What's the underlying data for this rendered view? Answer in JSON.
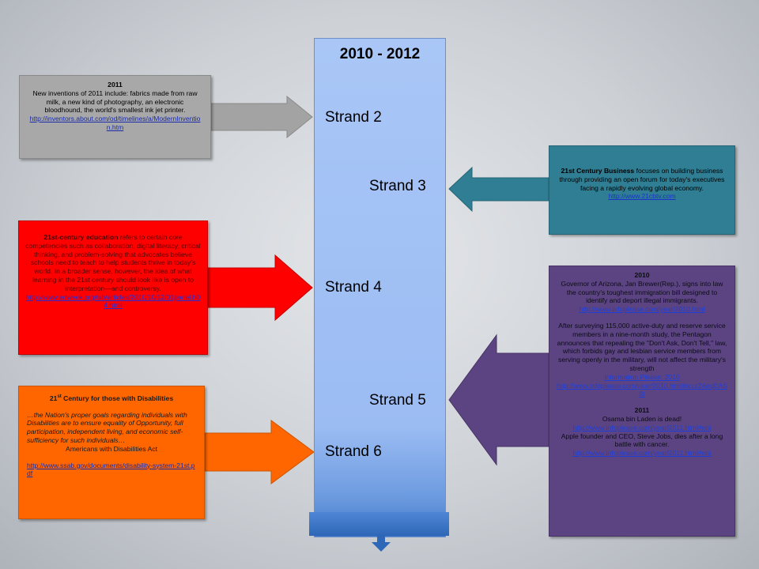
{
  "timeline": {
    "title": "2010 - 2012",
    "strands": [
      "Strand 2",
      "Strand 3",
      "Strand 4",
      "Strand 5",
      "Strand 6"
    ]
  },
  "box_2011": {
    "heading": "2011",
    "text": "New inventions of 2011 include: fabrics made from raw milk, a new kind of photography, an electronic bloodhound, the world's smallest ink jet printer.",
    "link": "http://inventors.about.com/od/timelines/a/ModernInvention.htm"
  },
  "box_education": {
    "bold": "21st-century education",
    "text": " refers to certain core competencies such as collaboration, digital literacy, critical thinking, and problem-solving that advocates believe schools need to teach to help students thrive in today's world. In a broader sense, however, the idea of what learning in the 21st century should look like is open to interpretation—and controversy.",
    "link": "http://www.edweek.org/tsb/articles/2010/10/12/01panel.h04.html"
  },
  "box_disabilities": {
    "heading_pre": "21",
    "heading_sup": "st",
    "heading_post": " Century for those with Disabilities",
    "quote": "…the Nation's proper goals regarding individuals with Disabilities are to ensure equality of Opportunity, full participation, independent living, and economic self-sufficiency for such individuals…",
    "source": "Americans with Disabilities Act",
    "link": "http://www.ssab.gov/documents/disability-system-21st.pdf"
  },
  "box_business": {
    "bold": "21st Century Business",
    "text": " focuses on building business through providing an open forum for today's executives facing a rapidly evolving global economy.",
    "link": "http://www.21cbtv.com"
  },
  "box_news": {
    "heading_2010": "2010",
    "text_arizona": "Governor of Arizona, Jan Brewer(Rep.), signs into law the country's toughest immigration bill designed to identify and deport illegal immigrants.",
    "link_2010": "http://www.infoplease.com/year/2010.html",
    "text_pentagon": "After surveying 115,000 active-duty and reserve service members in a nine-month study, the Pentagon announces that repealing the \"Don't Ask, Don't Tell,\" law, which forbids gay and lesbian service members from serving openly in the military, will not affect the military's strength",
    "link_ip_label": "Information Please: 2010",
    "link_2010_ext": "http://www.infoplease.com/year/2010.html#ixzz2AeqEAS8t",
    "heading_2011": "2011",
    "text_osama": "Osama bin Laden  is dead!",
    "link_2011_a": "http://www.infoplease.com/year/2011.html#ent",
    "text_jobs": "Apple founder and CEO, Steve Jobs, dies after a long battle with cancer.",
    "link_2011_b": "http://www.infoplease.com/year/2011.html#ent"
  },
  "colors": {
    "timeline": "#9bbcf3",
    "gray_box": "#a8a8a8",
    "red_box": "#ff0000",
    "orange_box": "#ff6600",
    "teal_box": "#2f7e93",
    "purple_box": "#5c4482"
  }
}
